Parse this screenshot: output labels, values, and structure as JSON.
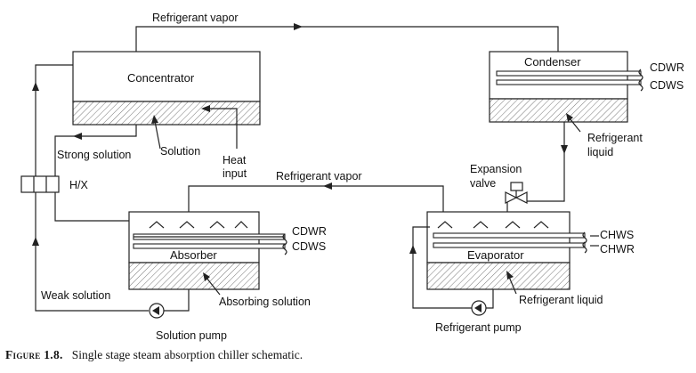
{
  "labels": {
    "refrigerant_vapor_top": "Refrigerant vapor",
    "concentrator": "Concentrator",
    "solution": "Solution",
    "heat_input_line1": "Heat",
    "heat_input_line2": "input",
    "strong_solution": "Strong solution",
    "hx": "H/X",
    "condenser": "Condenser",
    "cdwr_condenser": "CDWR",
    "cdws_condenser": "CDWS",
    "refrigerant_liquid_line1": "Refrigerant",
    "refrigerant_liquid_line2": "liquid",
    "expansion_valve_line1": "Expansion",
    "expansion_valve_line2": "valve",
    "refrigerant_vapor_mid": "Refrigerant vapor",
    "absorber": "Absorber",
    "cdwr_absorber": "CDWR",
    "cdws_absorber": "CDWS",
    "weak_solution": "Weak solution",
    "absorbing_solution": "Absorbing solution",
    "solution_pump": "Solution pump",
    "evaporator": "Evaporator",
    "chws": "CHWS",
    "chwr": "CHWR",
    "refrigerant_liquid_evap": "Refrigerant liquid",
    "refrigerant_pump": "Refrigerant pump"
  },
  "caption": {
    "figure": "Figure 1.8.",
    "text": "Single stage steam absorption chiller schematic."
  }
}
